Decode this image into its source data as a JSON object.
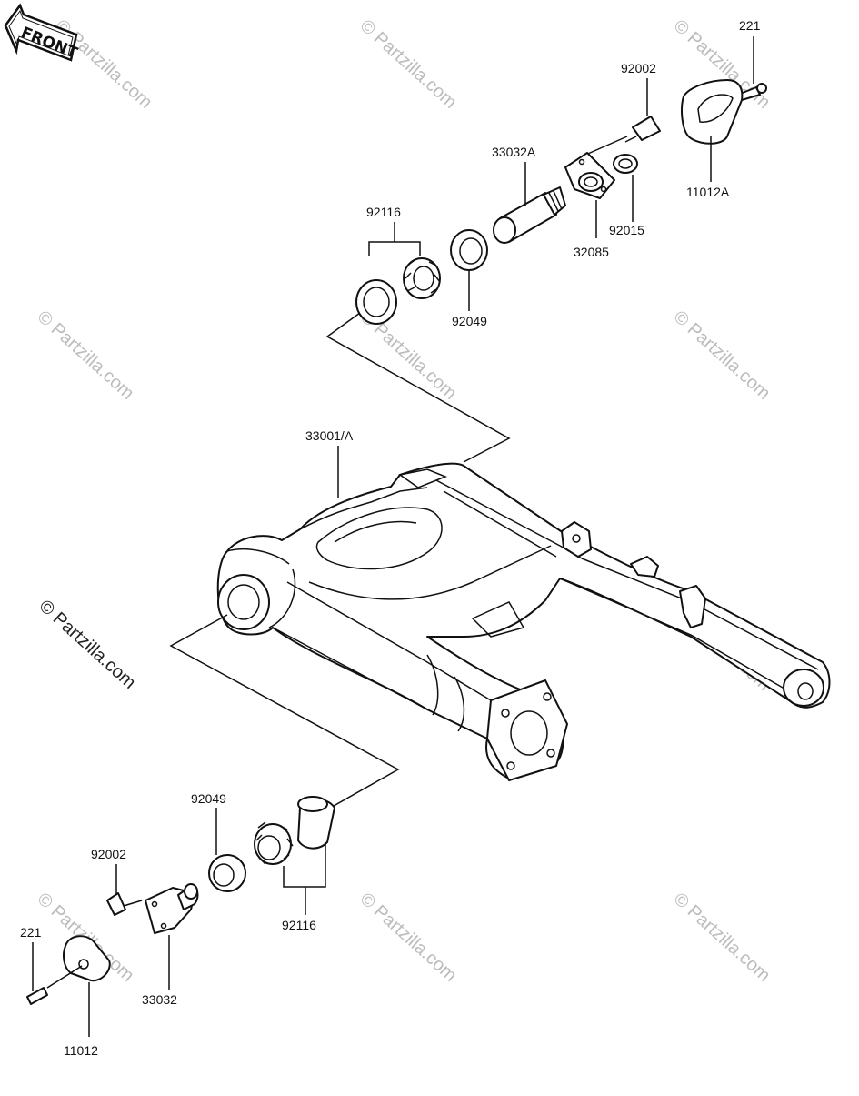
{
  "front_badge": "FRONT",
  "labels": {
    "p221_top": "221",
    "p92002_top": "92002",
    "p33032A": "33032A",
    "p11012A": "11012A",
    "p92015": "92015",
    "p32085": "32085",
    "p92116_top": "92116",
    "p92049_top": "92049",
    "p33001A": "33001/A",
    "p92049_bottom": "92049",
    "p92002_bottom": "92002",
    "p92116_bottom": "92116",
    "p221_bottom": "221",
    "p33032": "33032",
    "p11012": "11012"
  },
  "watermarks": {
    "side_mark": "© Partzilla.com",
    "tile_mark": "© Partzilla.com"
  }
}
